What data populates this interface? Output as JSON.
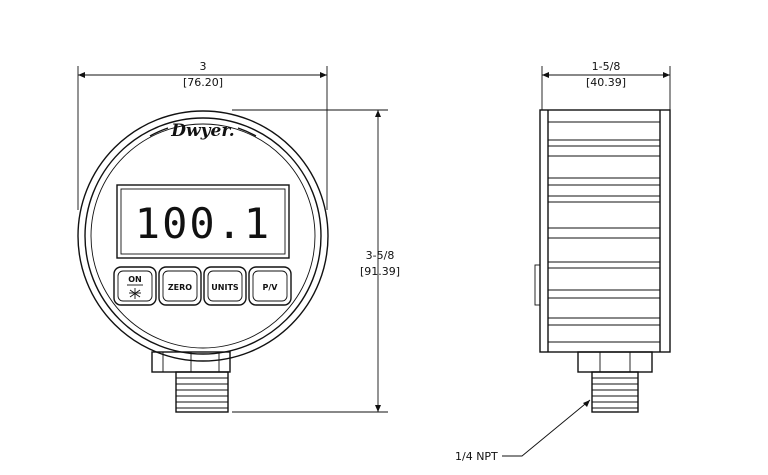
{
  "front_view": {
    "brand": "Dwyer.",
    "display_value": "100.1",
    "buttons": {
      "on": "ON",
      "zero": "ZERO",
      "units": "UNITS",
      "pv": "P/V"
    },
    "width_dim": {
      "fraction": "3",
      "metric": "[76.20]"
    },
    "height_dim": {
      "fraction": "3-5/8",
      "metric": "[91.39]"
    }
  },
  "side_view": {
    "depth_dim": {
      "fraction": "1-5/8",
      "metric": "[40.39]"
    },
    "connection_label": "1/4 NPT"
  },
  "icons": [
    "backlight-icon"
  ]
}
